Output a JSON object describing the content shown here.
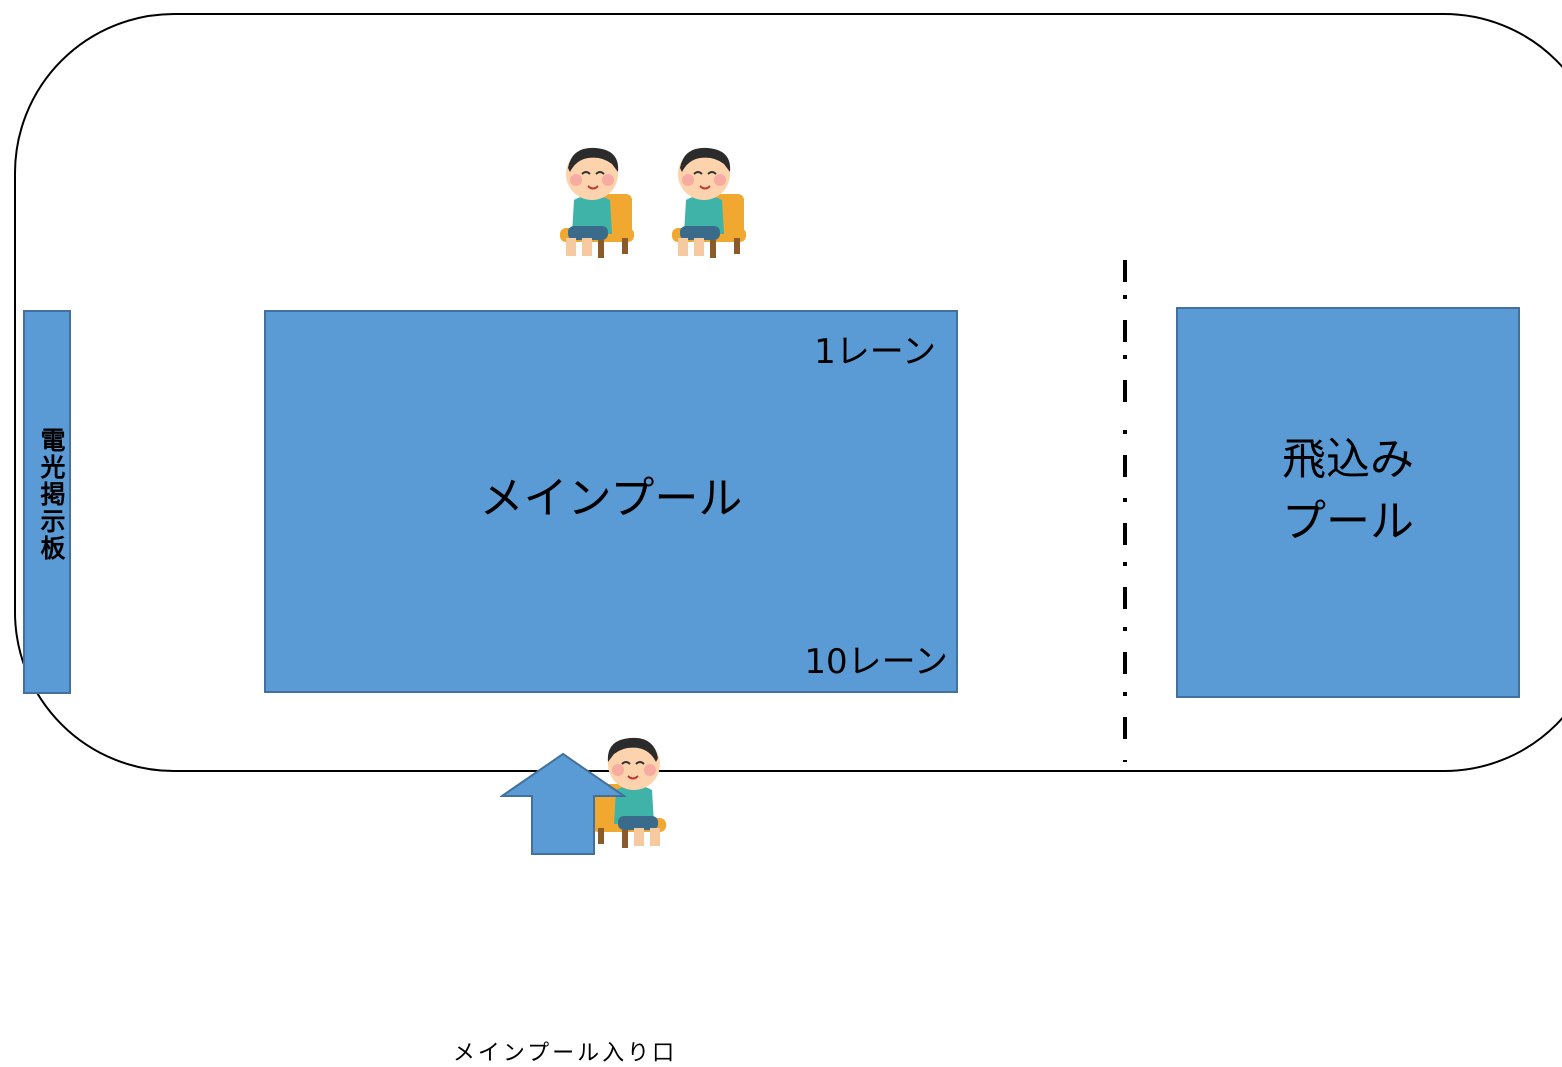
{
  "board": {
    "label": "電光掲示板"
  },
  "main_pool": {
    "label": "メインプール",
    "lane_top": "1レーン",
    "lane_bottom": "10レーン"
  },
  "dive_pool": {
    "line1": "飛込み",
    "line2": "プール"
  },
  "entrance": {
    "label": "メインプール入り口"
  },
  "colors": {
    "pool_fill": "#5b9bd5",
    "pool_border": "#41719c",
    "outline": "#000000"
  },
  "icons": {
    "spectator": "seated-child-icon",
    "entrance_arrow": "up-arrow-icon"
  }
}
